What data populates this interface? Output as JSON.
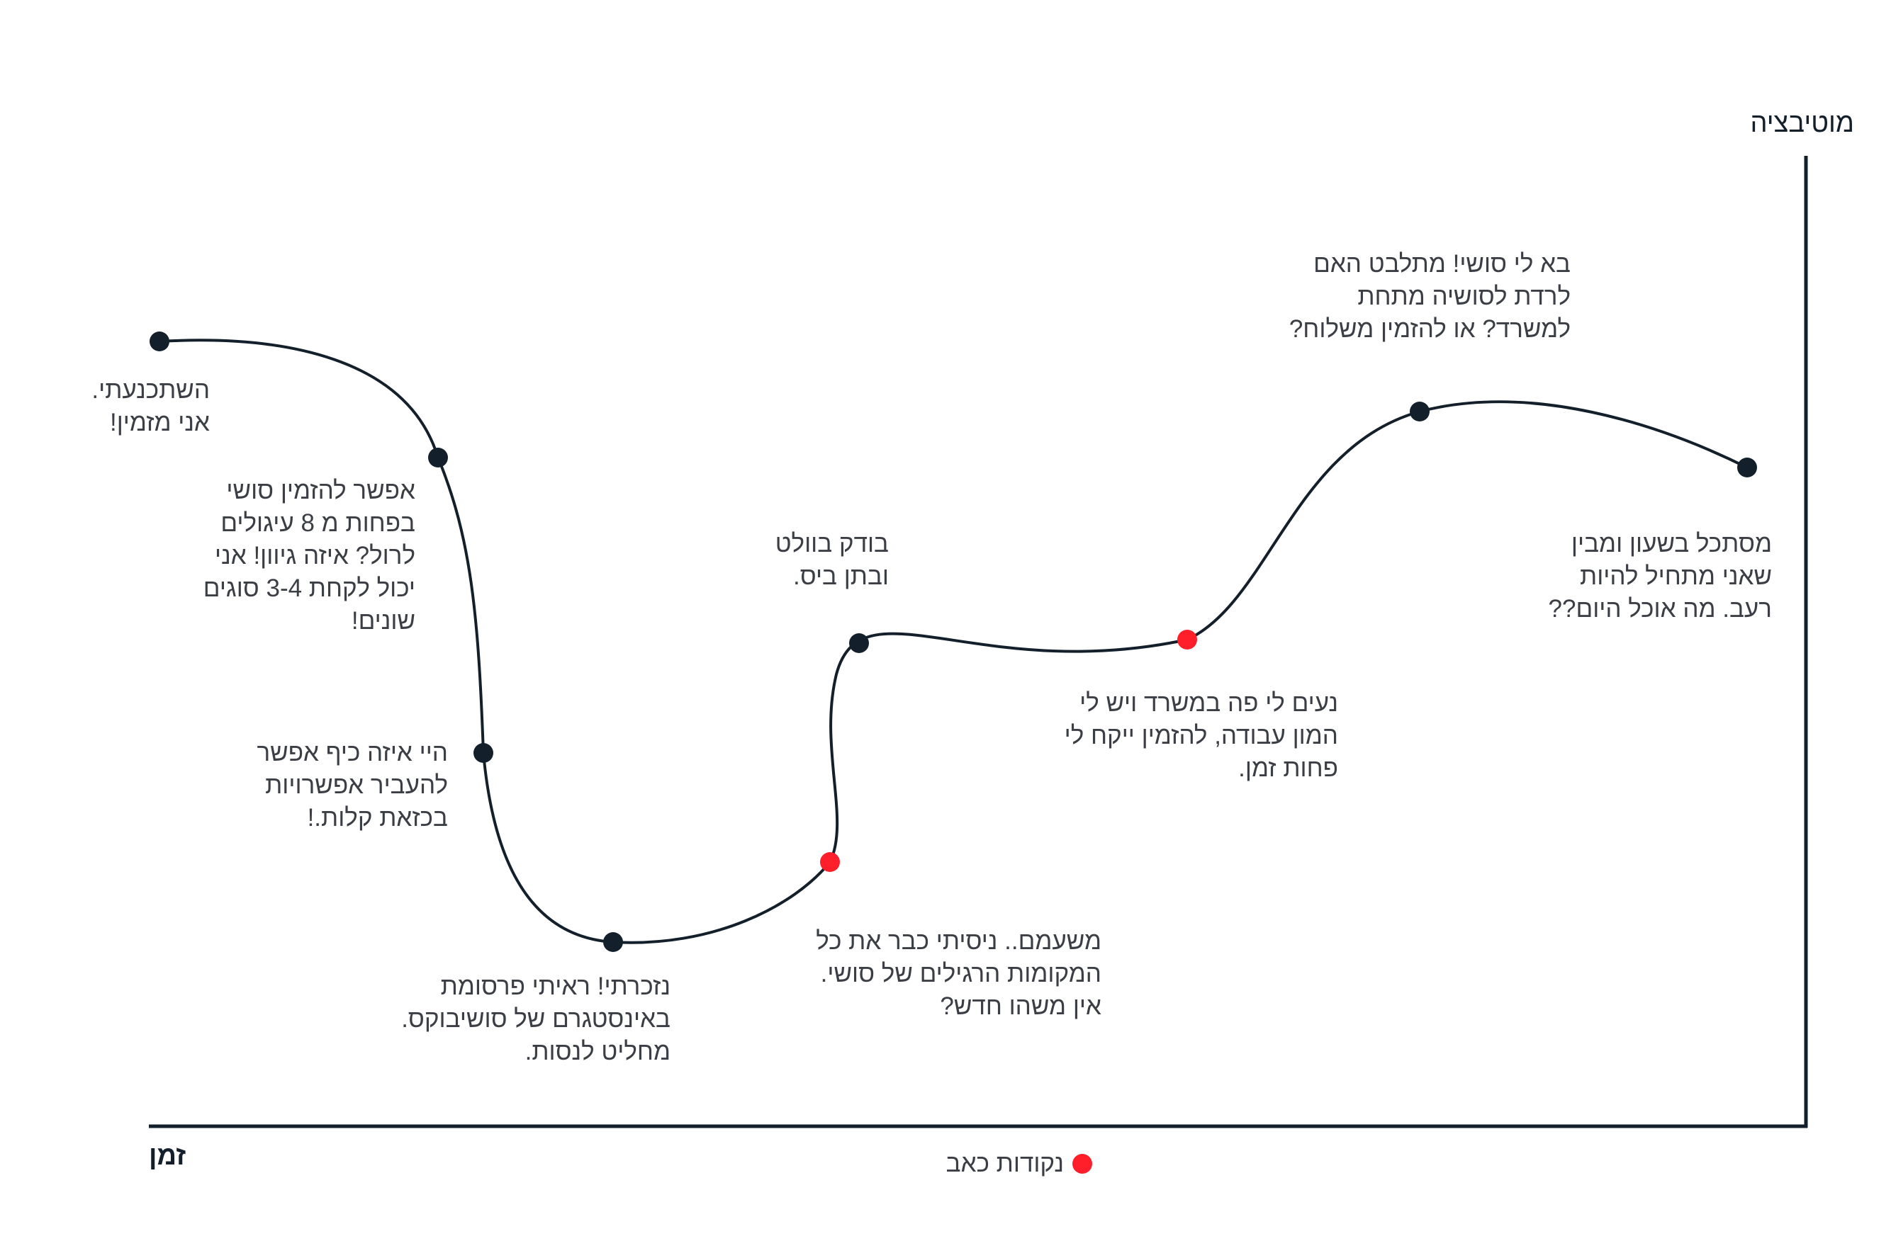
{
  "axes": {
    "y_label": "מוטיבציה",
    "x_label": "זמן"
  },
  "legend": {
    "label": "נקודות כאב",
    "color": "#ff1f2b"
  },
  "colors": {
    "line": "#13202b",
    "point": "#13202b",
    "pain_point": "#ff1f2b"
  },
  "points": [
    {
      "id": "p1",
      "text": "השתכנעתי.\nאני מזמין!",
      "pain": false
    },
    {
      "id": "p2",
      "text": "אפשר להזמין סושי\nבפחות מ 8 עיגולים\nלרול? איזה גיוון! אני\nיכול לקחת 3-4 סוגים\nשונים!",
      "pain": false
    },
    {
      "id": "p3",
      "text": "היי איזה כיף אפשר\nלהעביר אפשרויות\nבכזאת קלות.!",
      "pain": false
    },
    {
      "id": "p4",
      "text": "נזכרתי! ראיתי פרסומת\nבאינסטגרם של סושיבוקס.\nמחליט לנסות.",
      "pain": false
    },
    {
      "id": "p5",
      "text": "משעמם.. ניסיתי כבר את  כל\nהמקומות הרגילים של סושי.\nאין משהו חדש?",
      "pain": true
    },
    {
      "id": "p6",
      "text": "בודק בוולט\nובתן ביס.",
      "pain": false
    },
    {
      "id": "p7",
      "text": "נעים לי פה במשרד ויש לי\nהמון עבודה, להזמין ייקח לי\nפחות זמן.",
      "pain": true
    },
    {
      "id": "p8",
      "text": "בא לי סושי! מתלבט האם\nלרדת לסושיה מתחת\nלמשרד? או להזמין משלוח?",
      "pain": false
    },
    {
      "id": "p9",
      "text": "מסתכל בשעון ומבין\nשאני מתחיל להיות\nרעב. מה אוכל היום??",
      "pain": false
    }
  ]
}
